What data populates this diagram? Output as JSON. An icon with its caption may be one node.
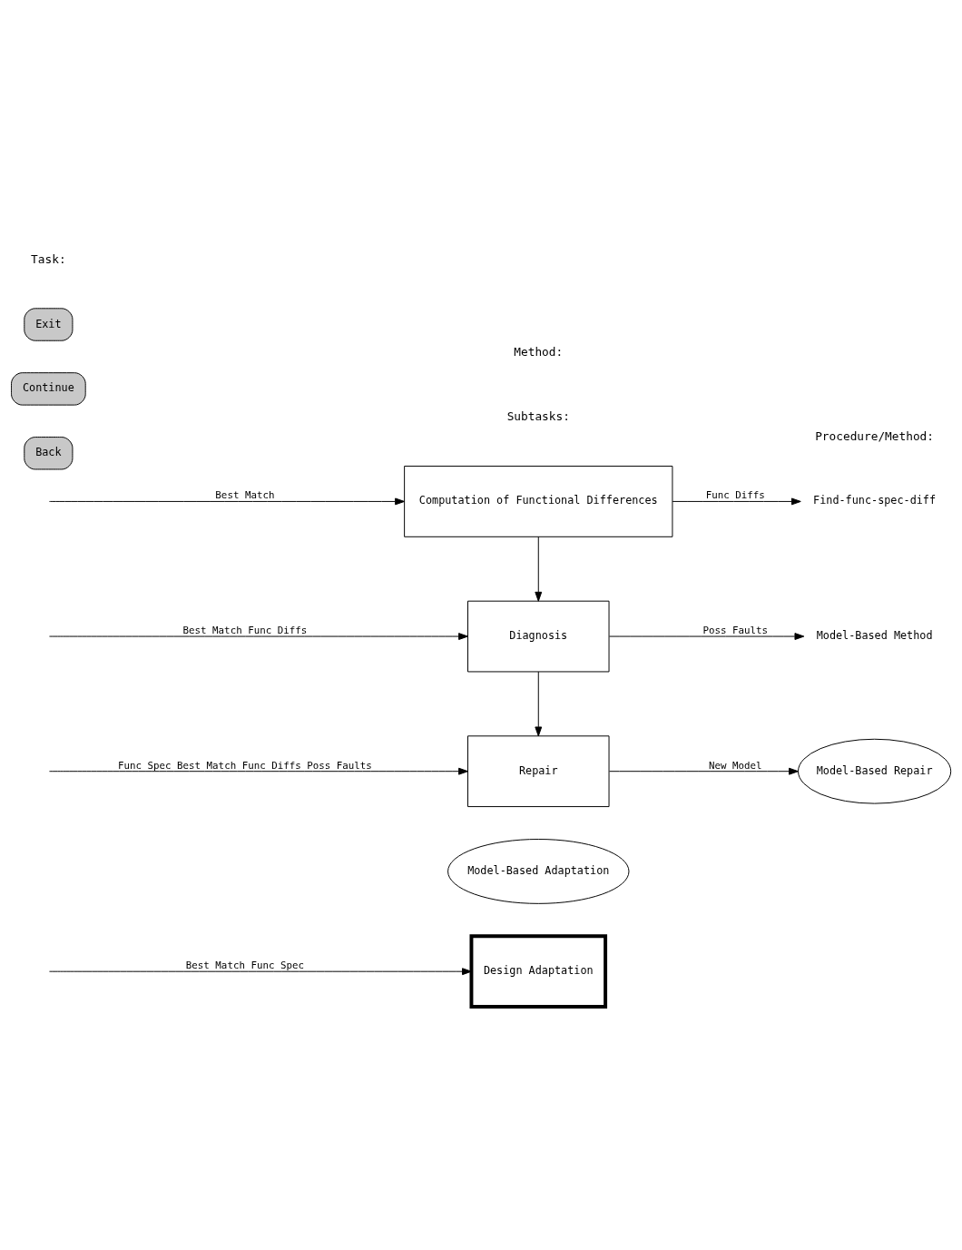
{
  "diagram": {
    "nodes": [
      {
        "text": [
          "Design Adaptation"
        ]
      },
      {
        "text": [
          "Model-Based Adaptation"
        ]
      },
      {
        "text": [
          "Computation of Functional Differences"
        ]
      },
      {
        "text": [
          "Diagnosis"
        ]
      },
      {
        "text": [
          "Repair"
        ]
      },
      {
        "text": [
          "Find-func-spec-diff"
        ]
      },
      {
        "text": [
          "Model-Based Method"
        ]
      },
      {
        "text": [
          "Model-Based Repair"
        ]
      },
      {
        "text": [
          "Back"
        ]
      },
      {
        "text": [
          "Continue"
        ]
      },
      {
        "text": [
          "Exit"
        ]
      }
    ],
    "edges": [
      {
        "from": null,
        "to": 0,
        "arrow": "to",
        "label": "Best Match Func Spec"
      },
      {
        "from": null,
        "to": 2,
        "arrow": "to",
        "label": "Best Match"
      },
      {
        "from": 2,
        "to": 5,
        "arrow": "to",
        "label": "Func Diffs"
      },
      {
        "from": 2,
        "to": 3,
        "arrow": "to"
      },
      {
        "from": null,
        "to": 3,
        "arrow": "to",
        "label": "Best Match Func Diffs"
      },
      {
        "from": 3,
        "to": 6,
        "arrow": "to",
        "label": "Poss Faults"
      },
      {
        "from": 3,
        "to": 4,
        "arrow": "to"
      },
      {
        "from": null,
        "to": 4,
        "arrow": "to",
        "label": "Func Spec Best Match Func Diffs Poss Faults"
      },
      {
        "from": 4,
        "to": 7,
        "arrow": "to",
        "label": "New Model"
      }
    ],
    "labels": [
      "Procedure/Method:",
      "Subtasks:",
      "Method:",
      "Task:"
    ]
  }
}
